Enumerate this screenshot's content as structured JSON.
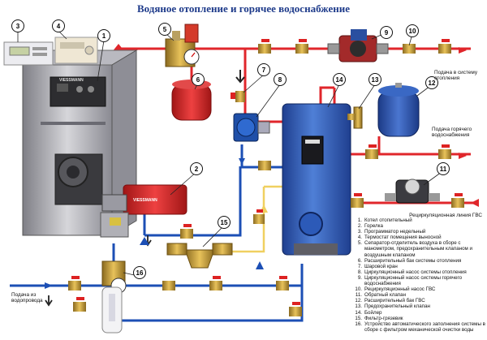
{
  "title": "Водяное отопление и горячее водоснабжение",
  "labels": {
    "to_heating": "Подача в систему отопления",
    "hot_water_supply": "Подача горячего водоснабжения",
    "recirc_line": "Рециркуляционная линия ГВС",
    "water_inlet": "Подача из водопровода"
  },
  "brand": "VIESSMANN",
  "callouts": [
    "1",
    "2",
    "3",
    "4",
    "5",
    "6",
    "7",
    "8",
    "9",
    "10",
    "11",
    "12",
    "13",
    "14",
    "15",
    "16"
  ],
  "legend": [
    {
      "n": "1.",
      "text": "Котел отопительный"
    },
    {
      "n": "2.",
      "text": "Горелка"
    },
    {
      "n": "3.",
      "text": "Программатор недельный"
    },
    {
      "n": "4.",
      "text": "Термостат помещения выносной"
    },
    {
      "n": "5.",
      "text": "Сепаратор-отделитель воздуха в сборе с манометром, предохранительным клапаном и воздушным клапаном"
    },
    {
      "n": "6.",
      "text": "Расширительный бак системы отопления"
    },
    {
      "n": "7.",
      "text": "Шаровой кран"
    },
    {
      "n": "8.",
      "text": "Циркуляционный насос системы отопления"
    },
    {
      "n": "9.",
      "text": "Циркуляционный насос системы горячего водоснабжения"
    },
    {
      "n": "10.",
      "text": "Рециркуляционный насос ГВС"
    },
    {
      "n": "11.",
      "text": "Обратный клапан"
    },
    {
      "n": "12.",
      "text": "Расширительный бак ГВС"
    },
    {
      "n": "13.",
      "text": "Предохранительный клапан"
    },
    {
      "n": "14.",
      "text": "Бойлер"
    },
    {
      "n": "15.",
      "text": "Фильтр-грязевик"
    },
    {
      "n": "16.",
      "text": "Устройство автоматического заполнения системы в сборе с фильтром механической очистки воды"
    }
  ],
  "colors": {
    "hot_pipe": "#e0262b",
    "cold_pipe": "#1c4fb5",
    "yellow_pipe": "#f0d060",
    "boiler_tank": "#2e5fb8",
    "burner": "#d7262a",
    "expansion_red": "#d72a2a",
    "expansion_blue": "#2b56b0"
  },
  "icons": [
    "valve-icon",
    "pump-icon",
    "arrow-icon",
    "filter-icon",
    "gauge-icon"
  ]
}
